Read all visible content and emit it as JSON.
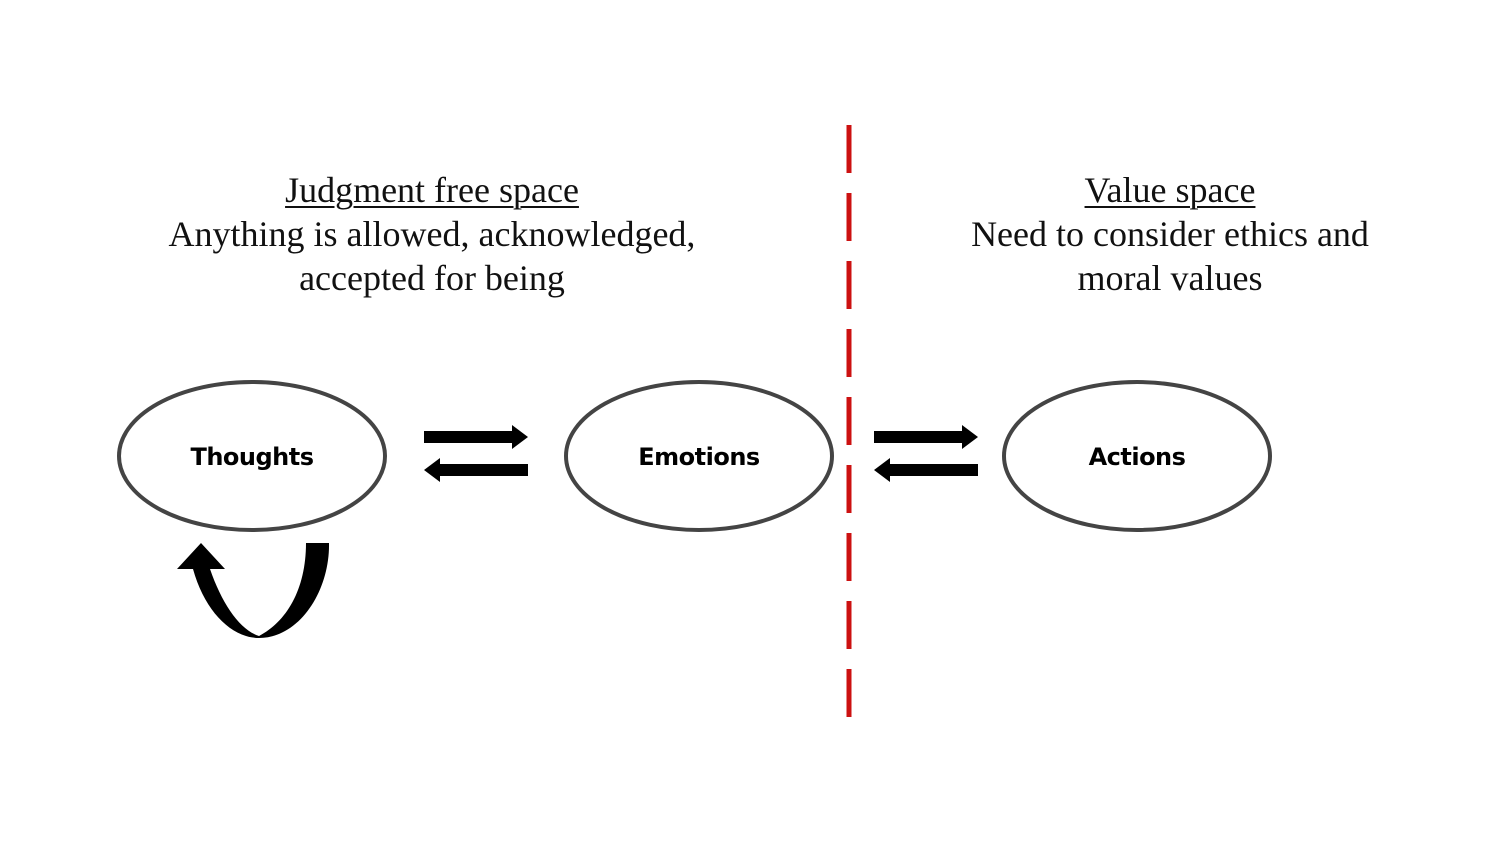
{
  "left_section": {
    "title": "Judgment free space",
    "line1": "Anything is allowed, acknowledged,",
    "line2": "accepted for being"
  },
  "right_section": {
    "title": "Value space",
    "line1": "Need to consider ethics and",
    "line2": "moral values"
  },
  "nodes": {
    "thoughts": "Thoughts",
    "emotions": "Emotions",
    "actions": "Actions"
  },
  "colors": {
    "divider": "#cc1111",
    "ellipse_stroke": "#444444",
    "arrow": "#000000"
  }
}
